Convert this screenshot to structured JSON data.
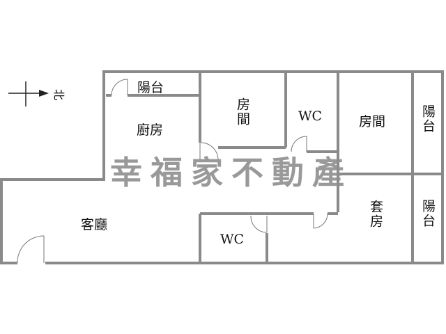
{
  "watermark": "幸福家不動產",
  "compass": {
    "label": "北"
  },
  "rooms": {
    "balcony_top": "陽台",
    "kitchen": "廚房",
    "room1": "房間",
    "wc1": "WC",
    "room2": "房間",
    "balcony_right1": "陽台",
    "living": "客廳",
    "wc2": "WC",
    "suite": "套房",
    "balcony_right2": "陽台"
  },
  "colors": {
    "wall": "#8a8a8a",
    "watermark": "#8f8f8f"
  }
}
